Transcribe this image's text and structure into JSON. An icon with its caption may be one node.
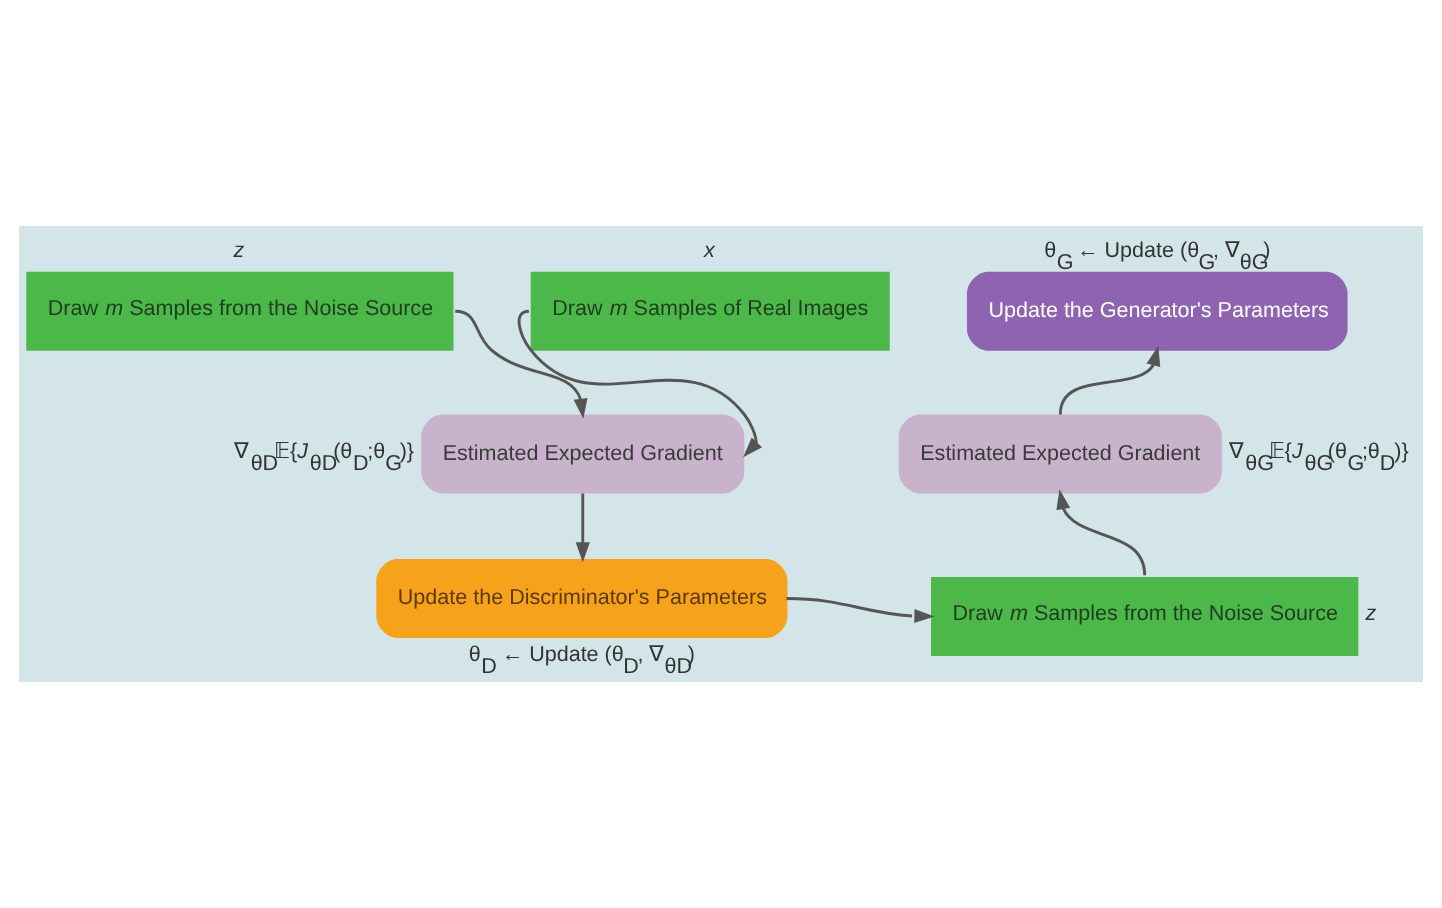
{
  "diagram": {
    "nodes": [
      {
        "text": [
          "Draw *m* Samples from the Noise Source"
        ],
        "beside": [
          "*z*"
        ]
      },
      {
        "text": [
          "Draw *m* Samples of Real Images"
        ],
        "beside": [
          "*x*"
        ]
      },
      {
        "text": [
          "Estimated Expected Gradient"
        ],
        "beside": [
          "∇$_{θD}$𝔼{*J*$_{θD}$(θ$_{D}$;θ$_{G}$)}"
        ]
      },
      {
        "text": [
          "Update the Discriminator's Parameters"
        ],
        "beside": [
          "θ$_{D}$ ← Update (θ$_{D}$, ∇$_{θD}$)"
        ]
      },
      {
        "text": [
          "Draw *m* Samples from the Noise Source"
        ],
        "beside": [
          "*z*"
        ]
      },
      {
        "text": [
          "Estimated Expected Gradient"
        ],
        "beside": [
          "∇$_{θG}$𝔼{*J*$_{θG}$(θ$_{G}$;θ$_{D}$)}"
        ]
      },
      {
        "text": [
          "Update the Generator's Parameters"
        ],
        "beside": [
          "θ$_{G}$ ← Update (θ$_{G}$, ∇$_{θG}$)"
        ]
      }
    ],
    "edges": [
      {
        "from": 0,
        "to": 2,
        "arrow": "to"
      },
      {
        "from": 1,
        "to": 2,
        "arrow": "to"
      },
      {
        "from": 2,
        "to": 3,
        "arrow": "to"
      },
      {
        "from": 3,
        "to": 4,
        "arrow": "to"
      },
      {
        "from": 4,
        "to": 5,
        "arrow": "to"
      },
      {
        "from": 5,
        "to": 6,
        "arrow": "to"
      }
    ]
  }
}
